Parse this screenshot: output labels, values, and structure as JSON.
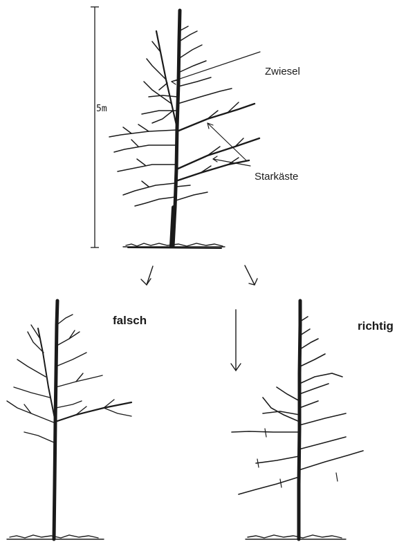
{
  "labels": {
    "zwiesel": "Zwiesel",
    "starkaeste": "Starkäste",
    "height": "5m",
    "falsch": "falsch",
    "richtig": "richtig"
  },
  "colors": {
    "ink": "#1a1a1a",
    "paper": "#ffffff"
  },
  "icons": {
    "arrow": "hand-drawn-arrow-icon"
  }
}
